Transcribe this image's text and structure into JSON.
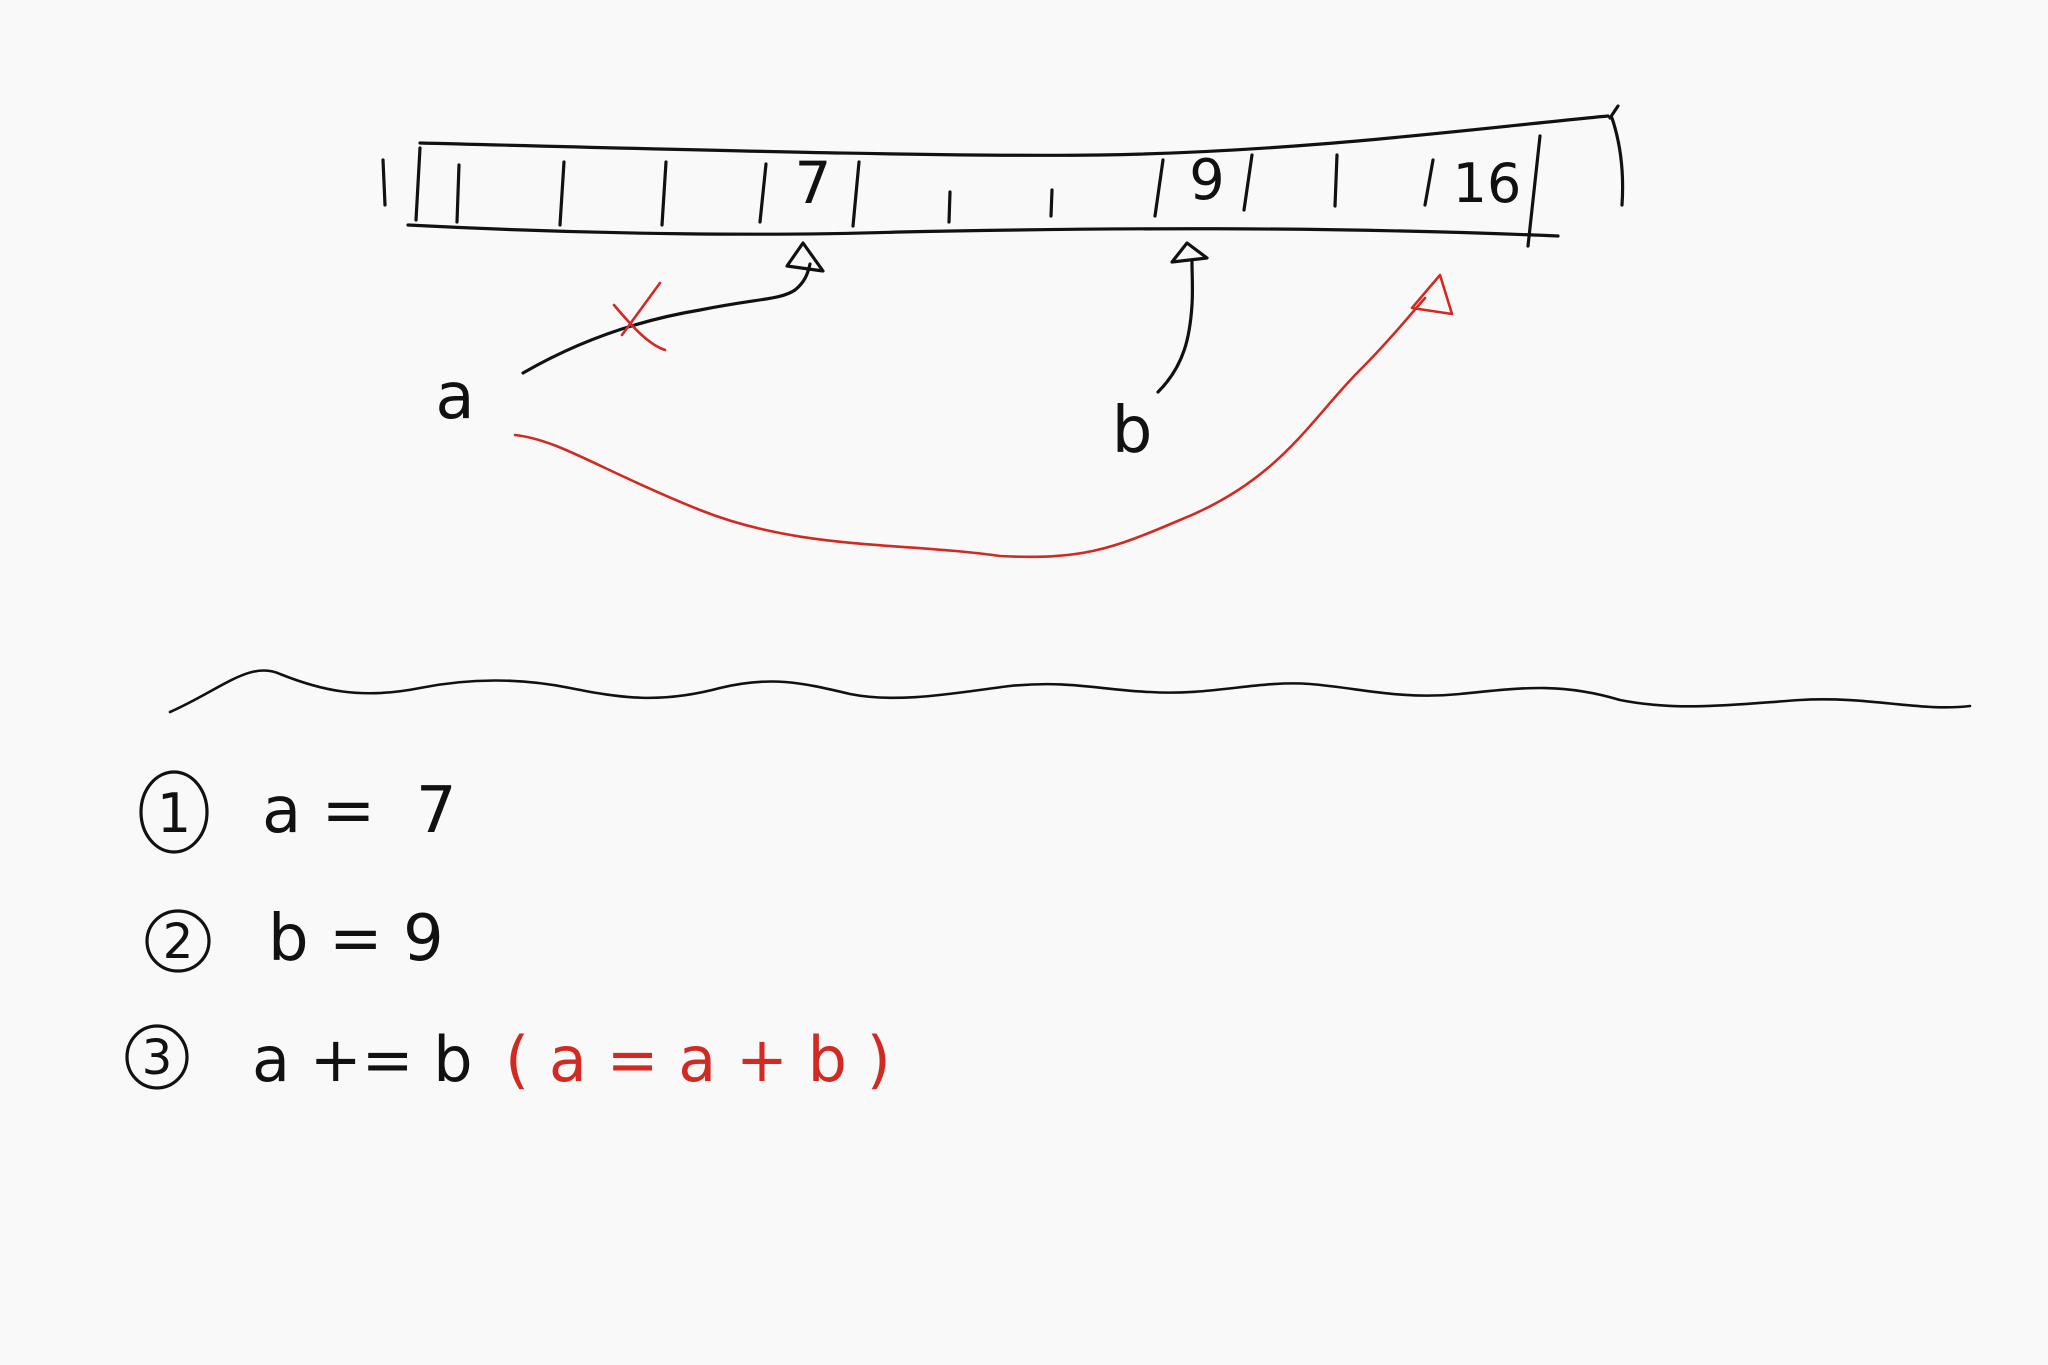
{
  "colors": {
    "ink": "#111111",
    "accent": "#d12a22",
    "paper": "#f9f9f9"
  },
  "memory": {
    "cells": [
      "7",
      "9",
      "16"
    ]
  },
  "pointers": {
    "a": "a",
    "b": "b"
  },
  "steps": [
    {
      "num": "1",
      "code": "a =  7"
    },
    {
      "num": "2",
      "code": "b = 9"
    },
    {
      "num": "3",
      "code": "a += b",
      "note": "( a = a + b )"
    }
  ]
}
